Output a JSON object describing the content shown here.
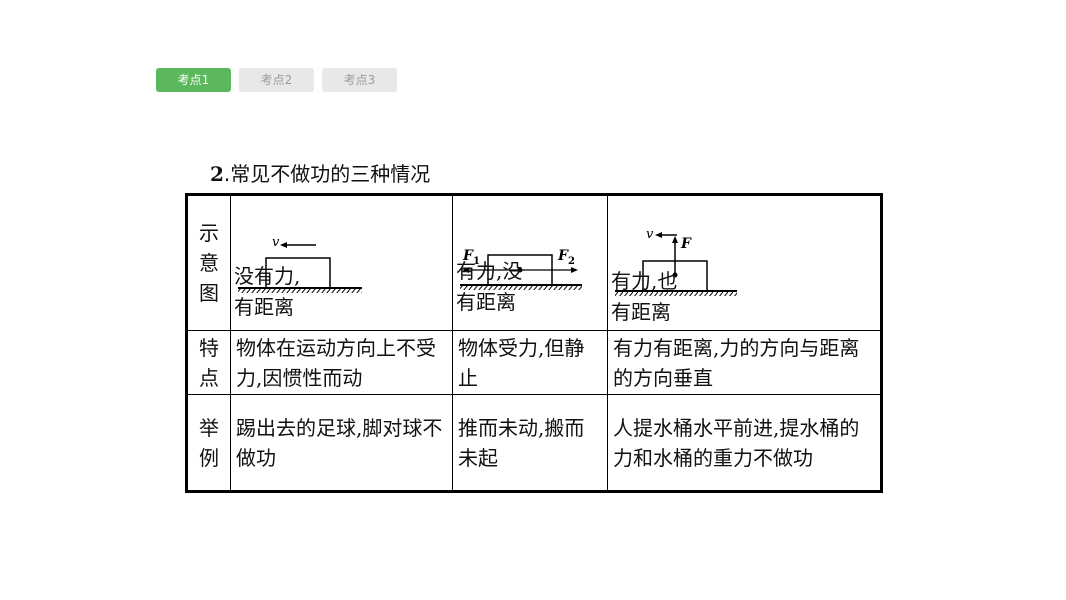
{
  "tabs": [
    {
      "label": "考点1",
      "active": true
    },
    {
      "label": "考点2",
      "active": false
    },
    {
      "label": "考点3",
      "active": false
    }
  ],
  "heading": {
    "number": "2",
    "text": ".常见不做功的三种情况"
  },
  "table": {
    "row_headers": {
      "diagram": [
        "示",
        "意",
        "图"
      ],
      "feature": [
        "特",
        "点"
      ],
      "example": [
        "举",
        "例"
      ]
    },
    "columns": [
      {
        "diagram": {
          "label_v": "v",
          "caption_lines": [
            "没有力,",
            "有距离"
          ]
        },
        "feature": "物体在运动方向上不受力,因惯性而动",
        "example": "踢出去的足球,脚对球不做功"
      },
      {
        "diagram": {
          "label_f1": "F",
          "sub_f1": "1",
          "label_f2": "F",
          "sub_f2": "2",
          "caption_lines": [
            "有力,没",
            "有距离"
          ]
        },
        "feature": "物体受力,但静止",
        "example": "推而未动,搬而未起"
      },
      {
        "diagram": {
          "label_v": "v",
          "label_f": "F",
          "caption_lines": [
            "有力,也",
            "有距离"
          ]
        },
        "feature": "有力有距离,力的方向与距离的方向垂直",
        "example": "人提水桶水平前进,提水桶的力和水桶的重力不做功"
      }
    ]
  },
  "colors": {
    "tab_active": "#5cb85c",
    "tab_inactive": "#e8e8e8",
    "tab_inactive_text": "#9a9a9a"
  }
}
